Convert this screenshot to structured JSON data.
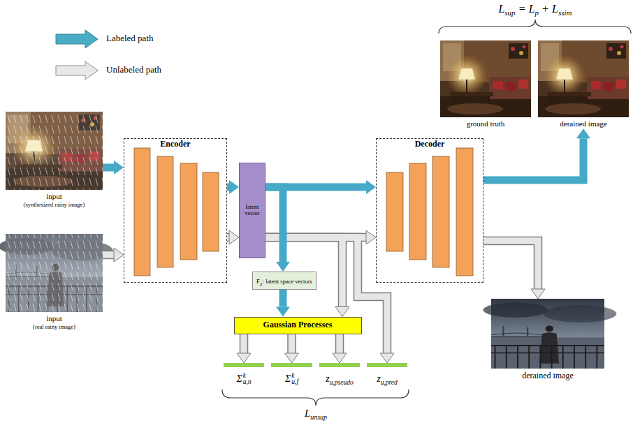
{
  "diagram": {
    "nodes": [
      {
        "text": [
          "input",
          "(synthesized rainy image)"
        ]
      },
      {
        "text": [
          "input",
          "(real rainy image)"
        ]
      },
      {
        "text": [
          "Encoder"
        ]
      },
      {
        "text": [
          "latent vector"
        ]
      },
      {
        "text": [
          "F",
          "Z",
          ": latent space vectors"
        ]
      },
      {
        "text": [
          "Decoder"
        ]
      },
      {
        "text": [
          "ground truth"
        ]
      },
      {
        "text": [
          "derained image"
        ]
      },
      {
        "text": [
          "derained image"
        ]
      },
      {
        "text": [
          "Gaussian Processes"
        ]
      },
      {
        "text": [
          "Σ",
          "k",
          "u,n"
        ]
      },
      {
        "text": [
          "Σ",
          "k",
          "u,f"
        ]
      },
      {
        "text": [
          "z",
          "u,pseudo"
        ]
      },
      {
        "text": [
          "z",
          "u,pred"
        ]
      }
    ],
    "edges": [
      {
        "from": 0,
        "to": 2,
        "arrow": "to"
      },
      {
        "from": 1,
        "to": 2,
        "arrow": "to"
      },
      {
        "from": 2,
        "to": 3,
        "arrow": "to"
      },
      {
        "from": 2,
        "to": 3,
        "arrow": "to"
      },
      {
        "from": 3,
        "to": 5,
        "arrow": "to"
      },
      {
        "from": 3,
        "to": 5,
        "arrow": "to"
      },
      {
        "from": 3,
        "to": 4,
        "arrow": "to"
      },
      {
        "from": 4,
        "to": 9,
        "arrow": "to"
      },
      {
        "from": 3,
        "to": 9,
        "arrow": "to"
      },
      {
        "from": 3,
        "to": 13,
        "arrow": "to"
      },
      {
        "from": 9,
        "to": 10,
        "arrow": "to"
      },
      {
        "from": 9,
        "to": 11,
        "arrow": "to"
      },
      {
        "from": 9,
        "to": 12,
        "arrow": "to"
      },
      {
        "from": 5,
        "to": 7,
        "arrow": "to"
      },
      {
        "from": 5,
        "to": 8,
        "arrow": "to"
      }
    ],
    "labels": [
      "L",
      "sup",
      "=",
      "L",
      "p",
      "+",
      "L",
      "ssim",
      "L",
      "unsup"
    ],
    "legend": [
      {
        "text": "Labeled path"
      },
      {
        "text": "Unlabeled path"
      }
    ]
  }
}
